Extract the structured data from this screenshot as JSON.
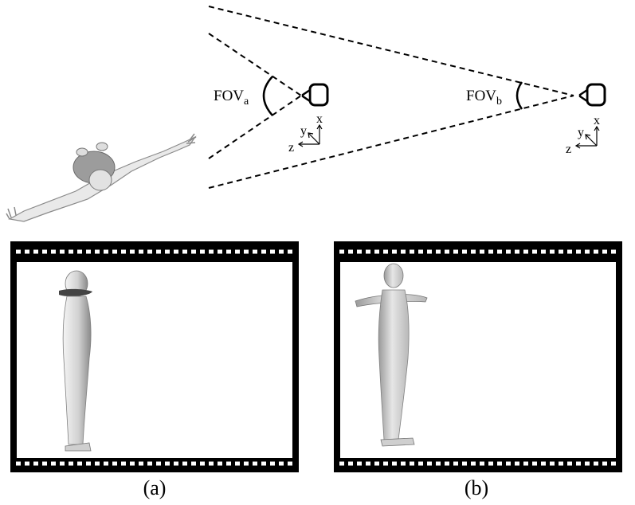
{
  "fov_a": {
    "base": "FOV",
    "sub": "a"
  },
  "fov_b": {
    "base": "FOV",
    "sub": "b"
  },
  "axes": {
    "x": "x",
    "y": "y",
    "z": "z"
  },
  "captions": {
    "a": "(a)",
    "b": "(b)"
  }
}
